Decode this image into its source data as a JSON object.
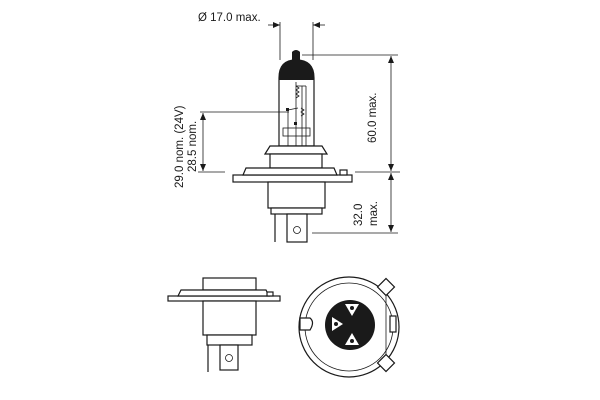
{
  "dimensions": {
    "diameter": "Ø 17.0 max.",
    "overall_length": "60.0 max.",
    "base_length_value": "32.0",
    "base_length_suffix": "max.",
    "light_center_24v": "29.0 nom. (24V)",
    "light_center_12v": "28.5 nom."
  },
  "colors": {
    "line": "#1a1a1a",
    "background": "#ffffff"
  }
}
